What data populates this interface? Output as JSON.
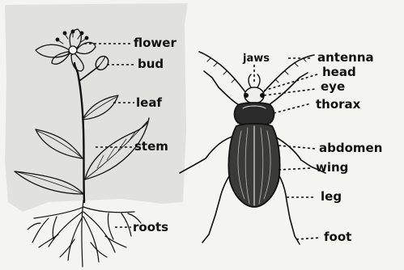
{
  "plant": {
    "labels": {
      "flower": "flower",
      "bud": "bud",
      "leaf": "leaf",
      "stem": "stem",
      "roots": "roots"
    }
  },
  "beetle": {
    "labels": {
      "jaws": "jaws",
      "antenna": "antenna",
      "head": "head",
      "eye": "eye",
      "thorax": "thorax",
      "abdomen": "abdomen",
      "wing": "wing",
      "leg": "leg",
      "foot": "foot"
    }
  },
  "colors": {
    "background": "#f4f4f1",
    "panel": "#e3e3df",
    "ink": "#111111"
  }
}
